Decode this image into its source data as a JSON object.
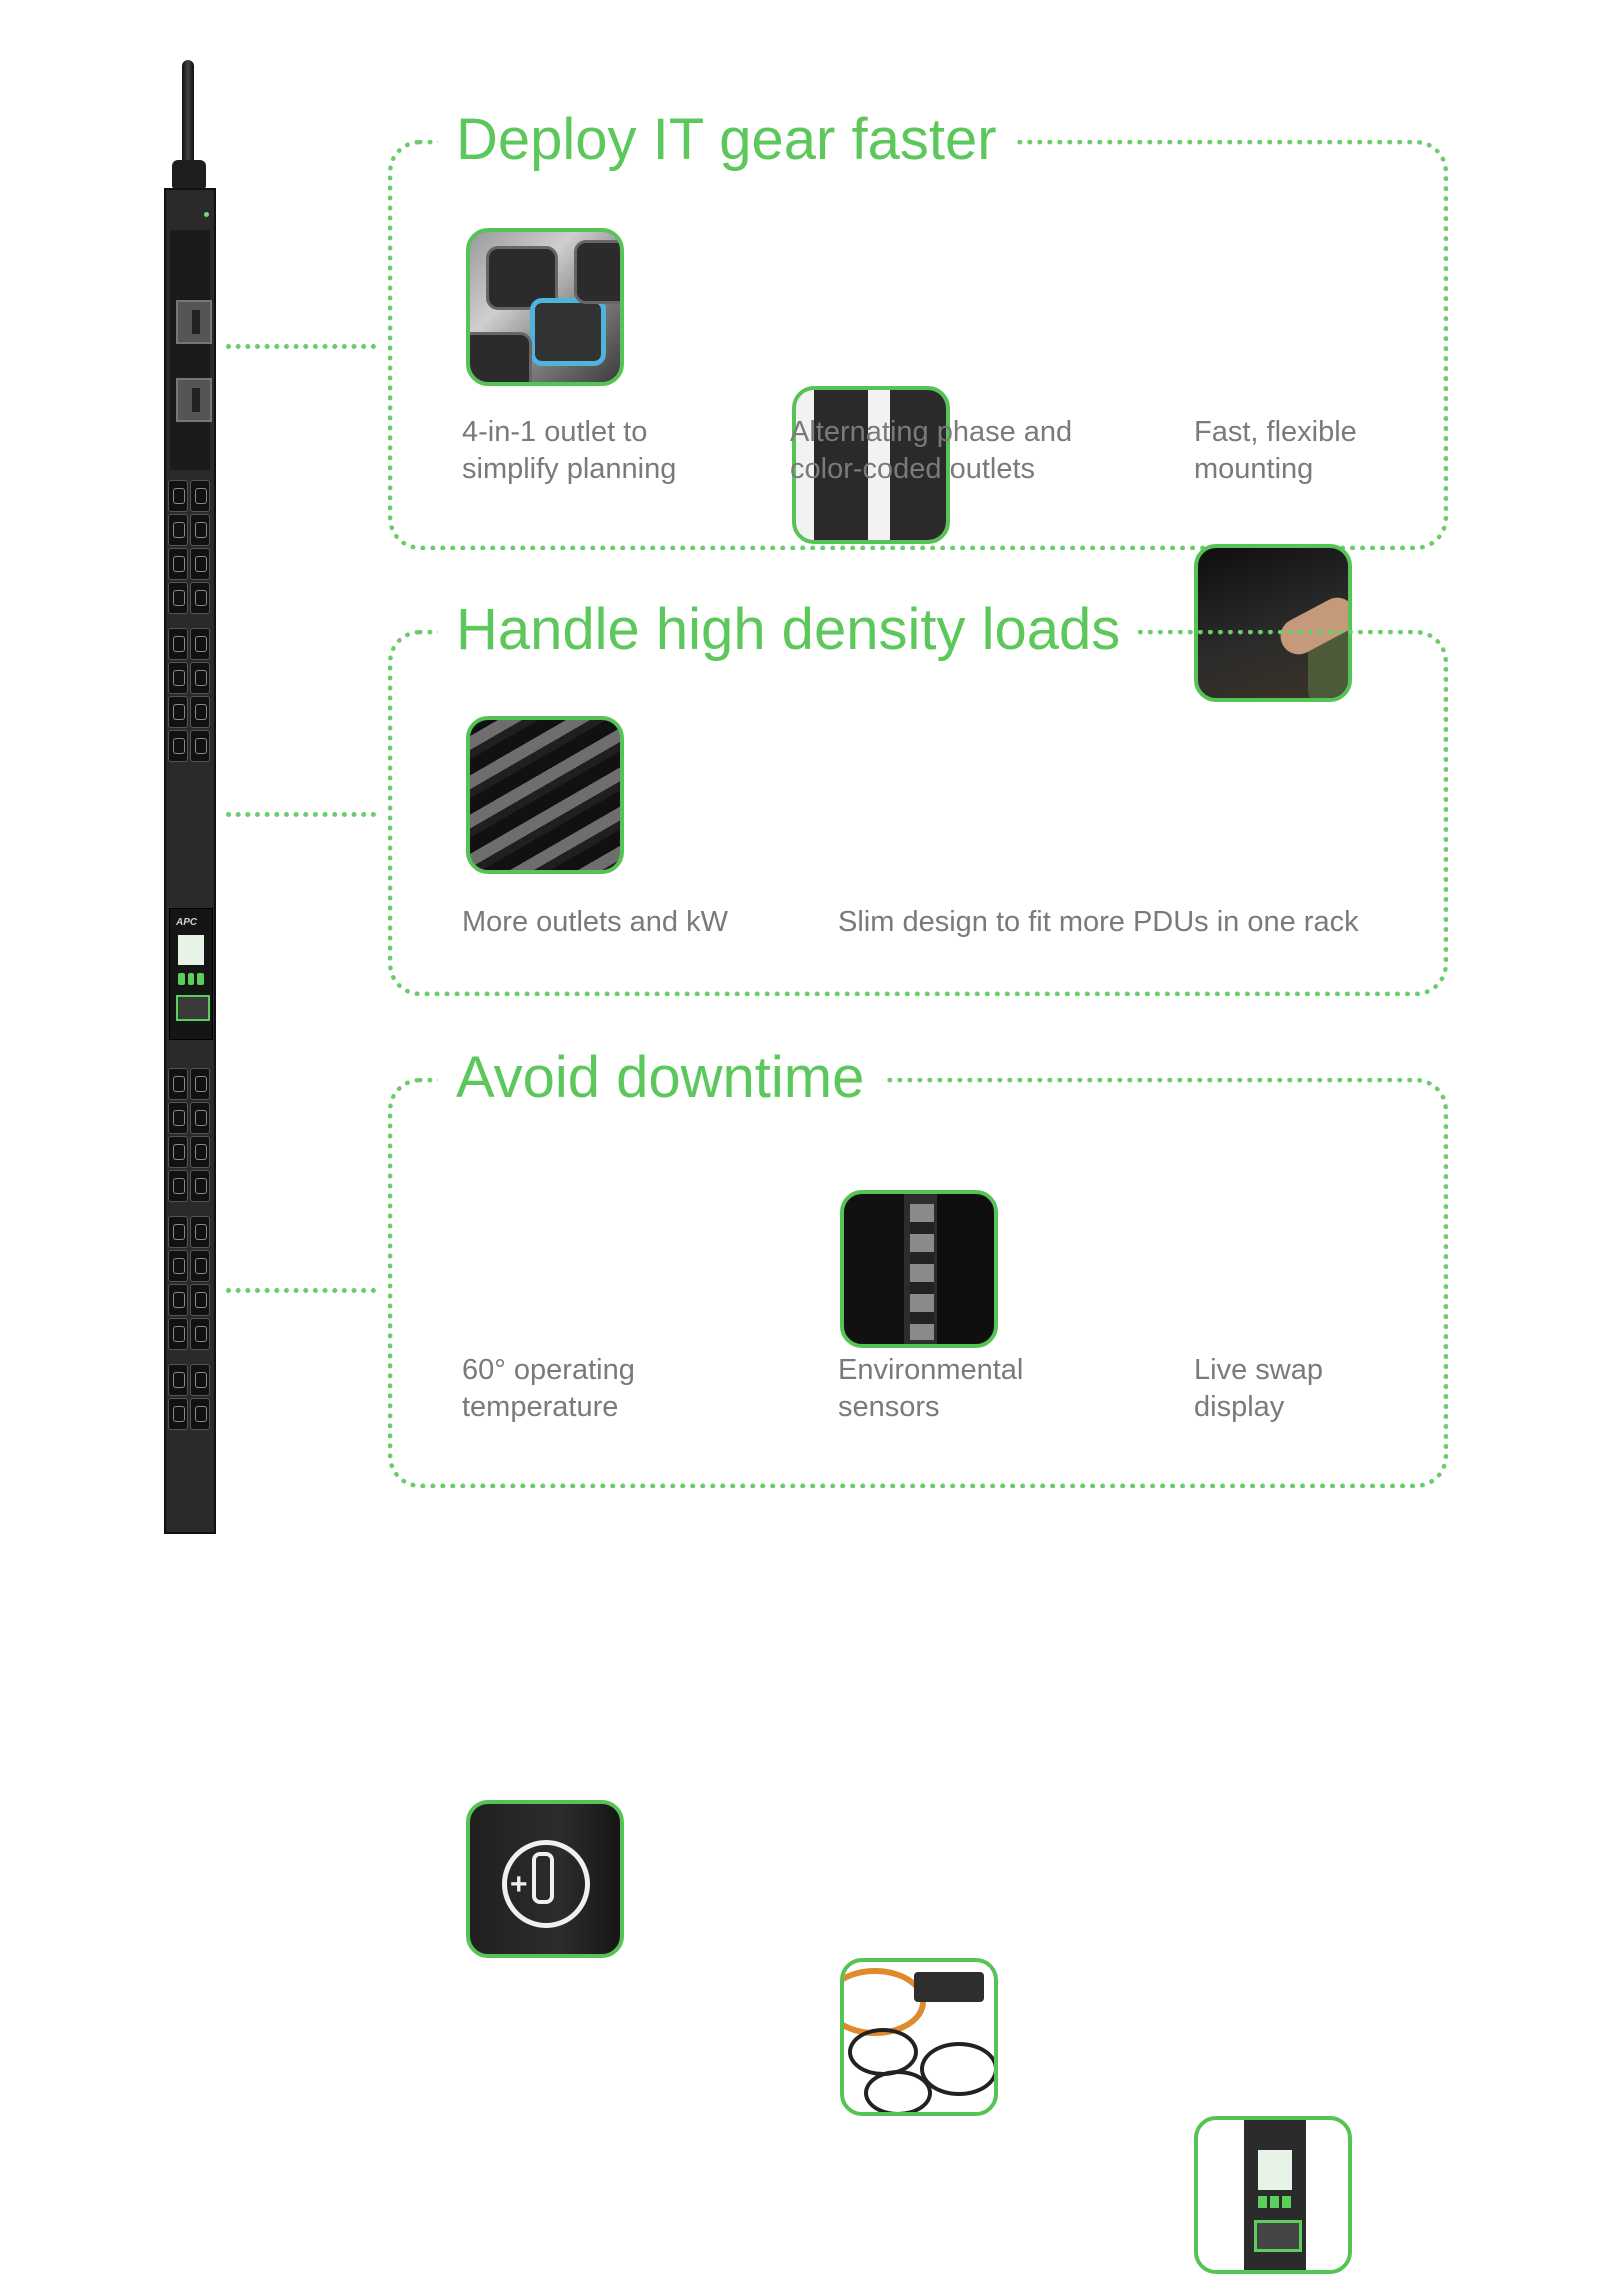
{
  "colors": {
    "accent": "#5cc75a",
    "caption": "#7a7a7a",
    "frame": "#6ccc6a"
  },
  "sections": [
    {
      "title": "Deploy IT gear faster",
      "features": [
        {
          "caption": "4-in-1 outlet to\nsimplify planning",
          "icon": "outlet-closeup-image"
        },
        {
          "caption": "Alternating phase and\ncolor-coded outlets",
          "icon": "phase-outlets-image"
        },
        {
          "caption": "Fast, flexible\nmounting",
          "icon": "mounting-image"
        }
      ]
    },
    {
      "title": "Handle high density loads",
      "features": [
        {
          "caption": "More outlets and kW",
          "icon": "dense-pdus-image"
        },
        {
          "caption": "Slim design to fit more PDUs in one rack",
          "icon": "slim-rack-image"
        }
      ]
    },
    {
      "title": "Avoid downtime",
      "features": [
        {
          "caption": "60° operating\ntemperature",
          "icon": "temperature-icon"
        },
        {
          "caption": "Environmental\nsensors",
          "icon": "sensors-image"
        },
        {
          "caption": "Live swap\ndisplay",
          "icon": "display-module-image"
        }
      ]
    }
  ]
}
